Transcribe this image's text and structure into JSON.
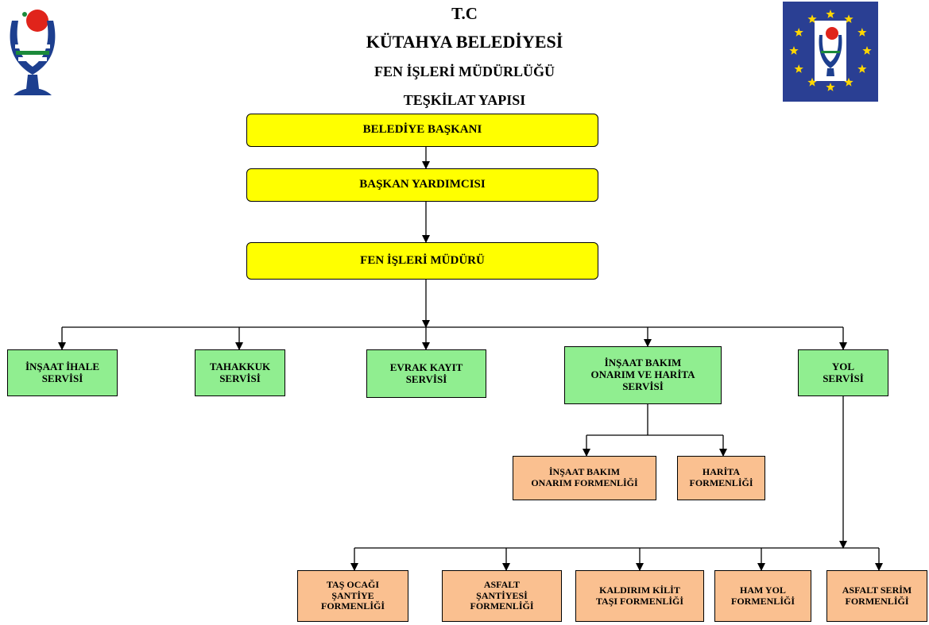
{
  "header": {
    "line1": "T.C",
    "line2": "KÜTAHYA BELEDİYESİ",
    "line3": "FEN İŞLERİ MÜDÜRLÜĞÜ",
    "line4": "TEŞKİLAT YAPISI"
  },
  "logos": {
    "left": "kutahya-tulip-emblem",
    "right": "eu-stars-tulip-emblem"
  },
  "colors": {
    "executive": "#ffff00",
    "service": "#90ee90",
    "foremanship": "#fac090",
    "eu_blue": "#2a3f93",
    "star": "#ffd700"
  },
  "nodes": {
    "mayor": "BELEDİYE BAŞKANI",
    "deputy": "BAŞKAN YARDIMCISI",
    "director": "FEN İŞLERİ MÜDÜRÜ",
    "services": [
      "İNŞAAT İHALE\nSERVİSİ",
      "TAHAKKUK\nSERVİSİ",
      "EVRAK KAYIT\nSERVİSİ",
      "İNŞAAT BAKIM\nONARIM VE HARİTA\nSERVİSİ",
      "YOL\nSERVİSİ"
    ],
    "maintenance_units": [
      "İNŞAAT BAKIM\nONARIM FORMENLİĞİ",
      "HARİTA\nFORMENLİĞİ"
    ],
    "road_units": [
      "TAŞ OCAĞI\nŞANTİYE\nFORMENLİĞİ",
      "ASFALT\nŞANTİYESİ\nFORMENLİĞİ",
      "KALDIRIM KİLİT\nTAŞI FORMENLİĞİ",
      "HAM YOL\nFORMENLİĞİ",
      "ASFALT SERİM\nFORMENLİĞİ"
    ]
  }
}
